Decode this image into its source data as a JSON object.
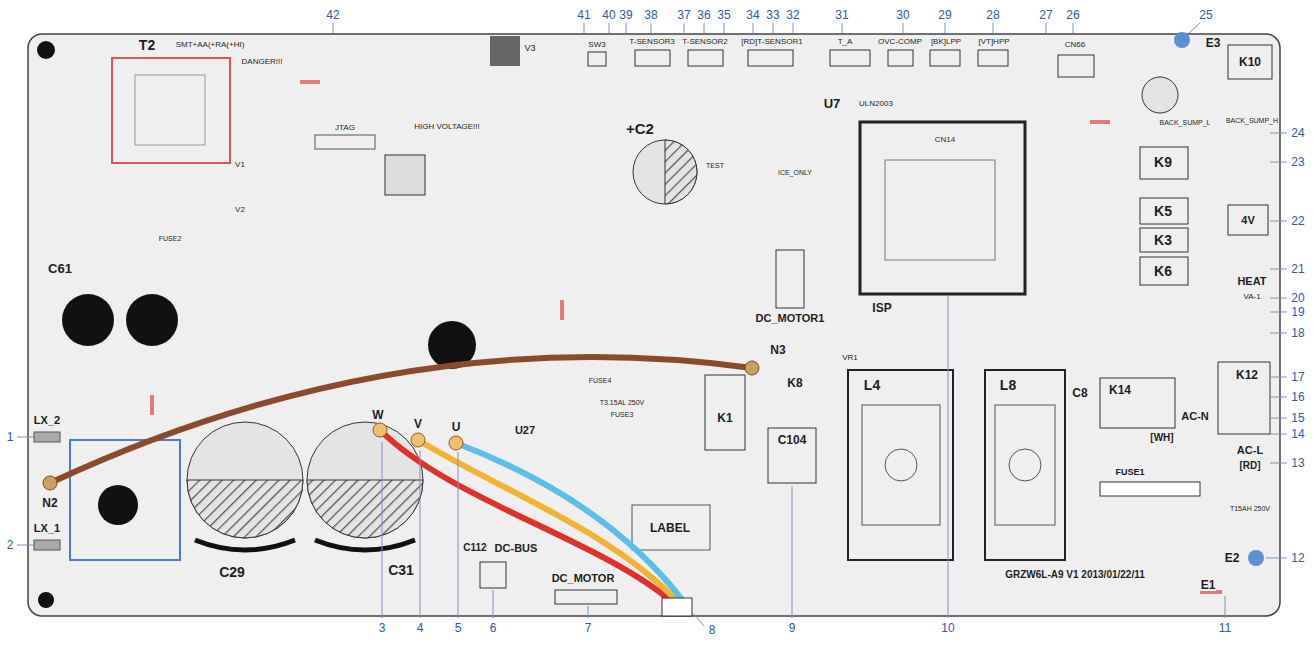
{
  "diagram": {
    "labels": [
      "1",
      "2",
      "3",
      "4",
      "5",
      "6",
      "7",
      "8",
      "9",
      "10",
      "11",
      "12",
      "13",
      "14",
      "15",
      "16",
      "17",
      "18",
      "19",
      "20",
      "21",
      "22",
      "23",
      "24",
      "25",
      "26",
      "27",
      "28",
      "29",
      "30",
      "31",
      "32",
      "33",
      "34",
      "35",
      "36",
      "37",
      "38",
      "39",
      "40",
      "41",
      "42",
      "T2",
      "SMT+AA(+RA(+HI)",
      "DANGER!!!",
      "JTAG",
      "HIGH VOLTAGE!!!",
      "V3",
      "SW3",
      "T-SENSOR3",
      "T-SENSOR2",
      "[RD]T-SENSOR1",
      "T_A",
      "OVC-COMP",
      "[BK]LPP",
      "[VT]HPP",
      "CN66",
      "E3",
      "K10",
      "U7",
      "ULN2003",
      "+C2",
      "TEST",
      "ICE_ONLY",
      "CN14",
      "BACK_SUMP_L",
      "BACK_SUMP_H",
      "K9",
      "K5",
      "K3",
      "K6",
      "4V",
      "HEAT",
      "VA-1",
      "DC_MOTOR1",
      "ISP",
      "C61",
      "FUSE2",
      "V1",
      "V2",
      "FUSE4",
      "T3.15AL 250V",
      "FUSE3",
      "VR1",
      "N3",
      "K8",
      "K1",
      "C104",
      "L4",
      "L8",
      "C8",
      "K14",
      "K12",
      "AC-N",
      "[WH]",
      "AC-L",
      "[RD]",
      "FUSE1",
      "T15AH 250V",
      "E2",
      "E1",
      "GRZW6L-A9 V1 2013/01/22/11",
      "LX_2",
      "N2",
      "LX_1",
      "C29",
      "C31",
      "W",
      "V",
      "U",
      "U27",
      "C112",
      "DC-BUS",
      "DC_MOTOR",
      "LABEL"
    ]
  }
}
